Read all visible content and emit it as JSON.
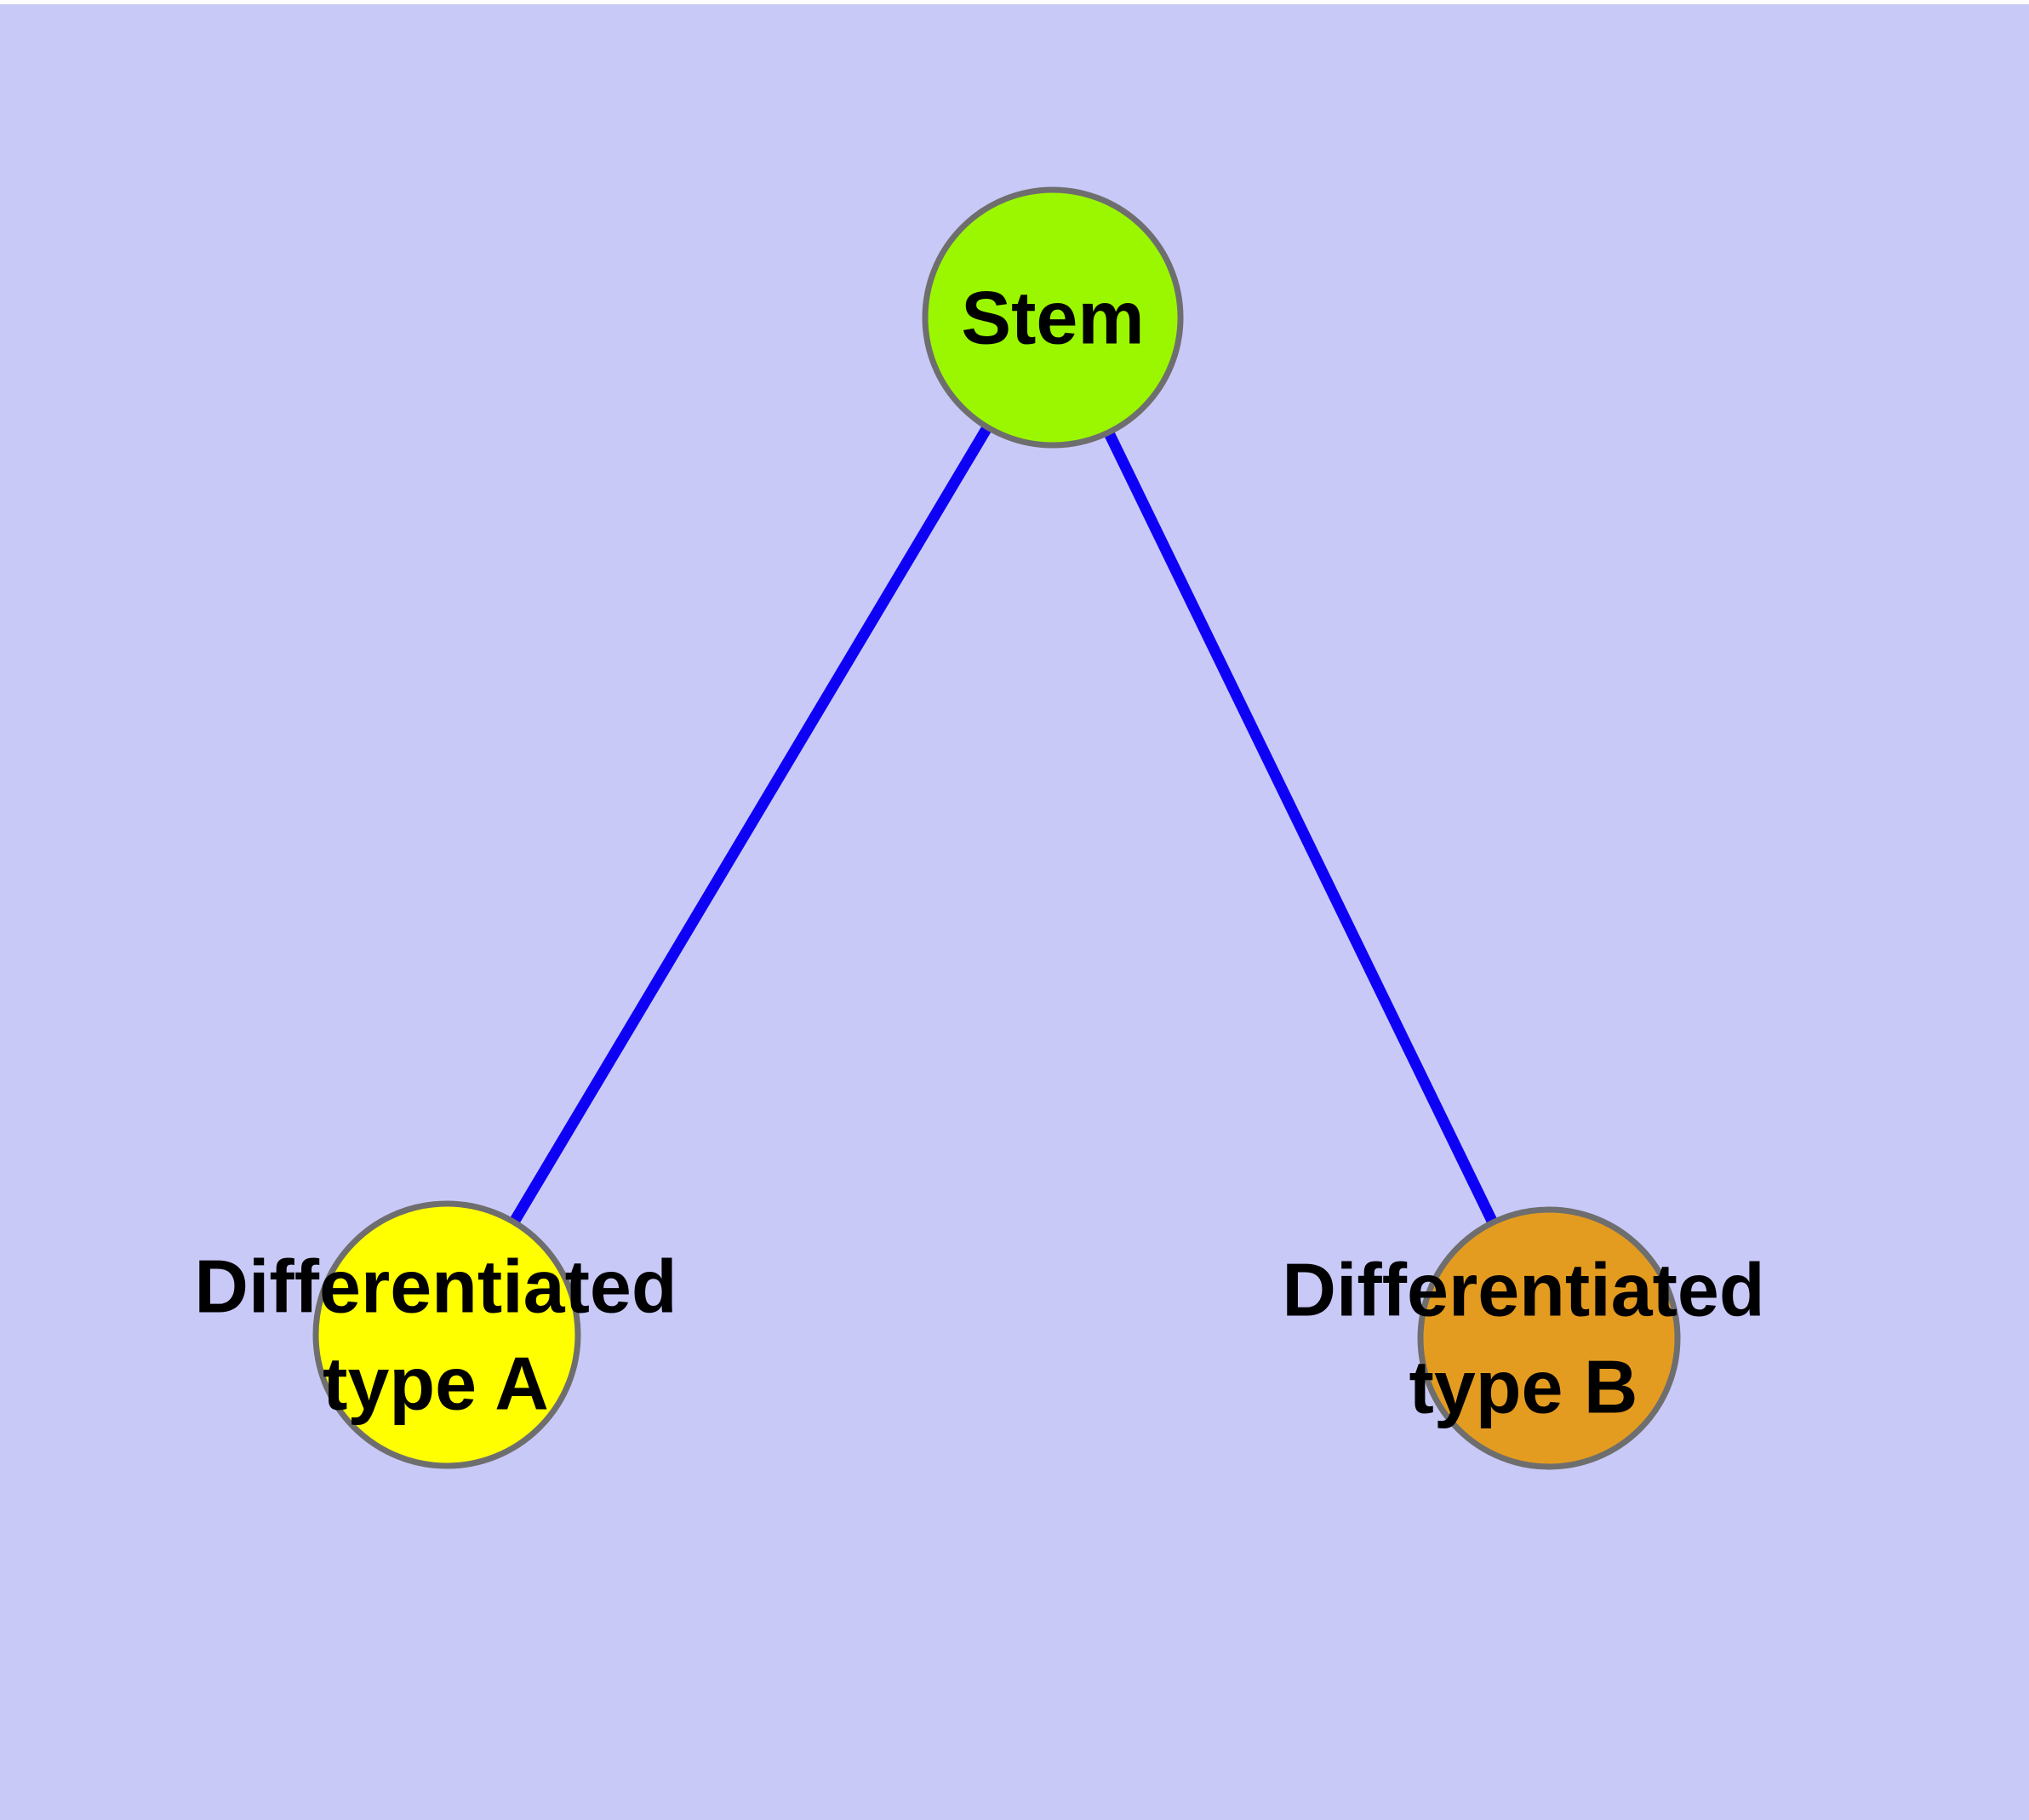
{
  "colors": {
    "background": "#C9C9F8",
    "top_strip": "#FDFDFF",
    "edge": "#0D00F5",
    "node_border": "#6E6E6E",
    "label_text": "#000000"
  },
  "nodes": {
    "stem": {
      "label": "Stem",
      "fill": "#9AF700"
    },
    "typeA": {
      "label_lines": [
        "Differentiated",
        "type A"
      ],
      "fill": "#FFFF00"
    },
    "typeB": {
      "label_lines": [
        "Differentiated",
        "type B"
      ],
      "fill": "#E49C20"
    }
  },
  "edges": [
    {
      "from": "Stem",
      "to": "Differentiated type A"
    },
    {
      "from": "Stem",
      "to": "Differentiated type B"
    }
  ]
}
